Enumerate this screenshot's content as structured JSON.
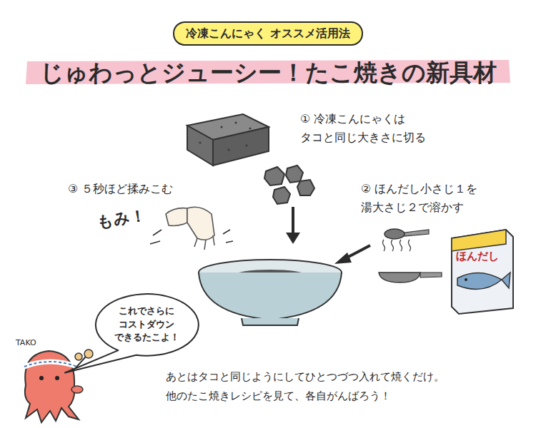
{
  "diagram": {
    "title": "じゅわっとジューシー！たこ焼きの新具材",
    "nodes": [
      {
        "text": [
          "冷凍こんにゃく オススメ活用法"
        ]
      },
      {
        "text": [
          "これでさらに コストダウン できるたこよ！"
        ]
      }
    ],
    "labels": [
      "① 冷凍こんにゃくは タコと同じ大きさに切る",
      "② ほんだし小さじ１を 湯大さじ２で溶かす",
      "③ ５秒ほど揉みこむ",
      "もみ！",
      "ほんだし",
      "TAKO",
      "あとはタコと同じようにしてひとつづつ入れて焼くだけ。 他のたこ焼きレシピを見て、各自がんばろう！"
    ]
  }
}
